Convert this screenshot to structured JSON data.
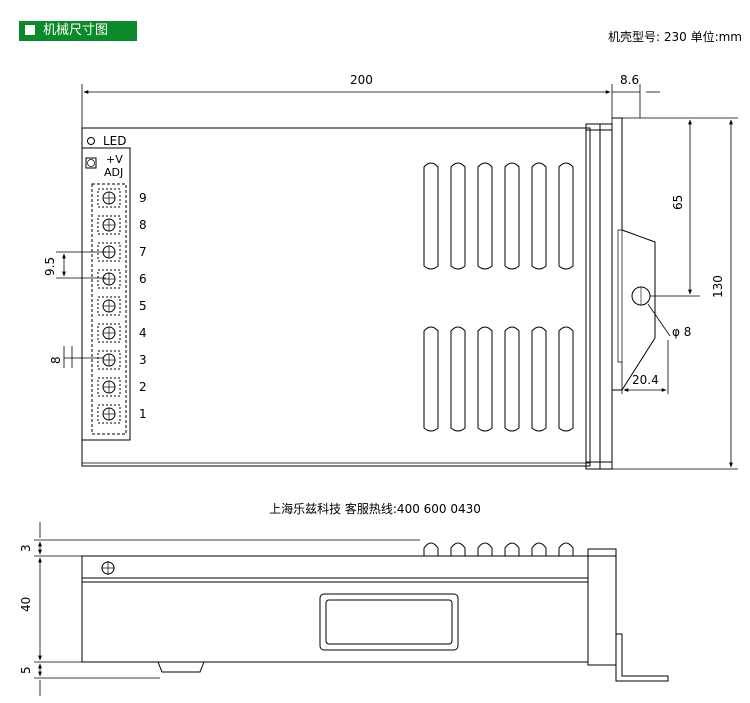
{
  "header": {
    "section_title": "机械尺寸图",
    "model_label": "机壳型号: 230 单位:mm"
  },
  "footer": {
    "company": "上海乐兹科技 客服热线:400 600 0430"
  },
  "top_view": {
    "led_label": "LED",
    "adj_label_1": "+V",
    "adj_label_2": "ADJ",
    "terminals": [
      "9",
      "8",
      "7",
      "6",
      "5",
      "4",
      "3",
      "2",
      "1"
    ],
    "dims": {
      "length": "200",
      "flange": "8.6",
      "height": "130",
      "hole_offset": "65",
      "hole_diameter": "φ 8",
      "bracket": "20.4",
      "pitch": "9.5",
      "terminal_width": "8"
    }
  },
  "side_view": {
    "dims": {
      "top": "3",
      "body": "40",
      "bottom": "5"
    }
  },
  "colors": {
    "badge": "#0b8a2a",
    "line": "#000000",
    "dim": "#555555"
  }
}
